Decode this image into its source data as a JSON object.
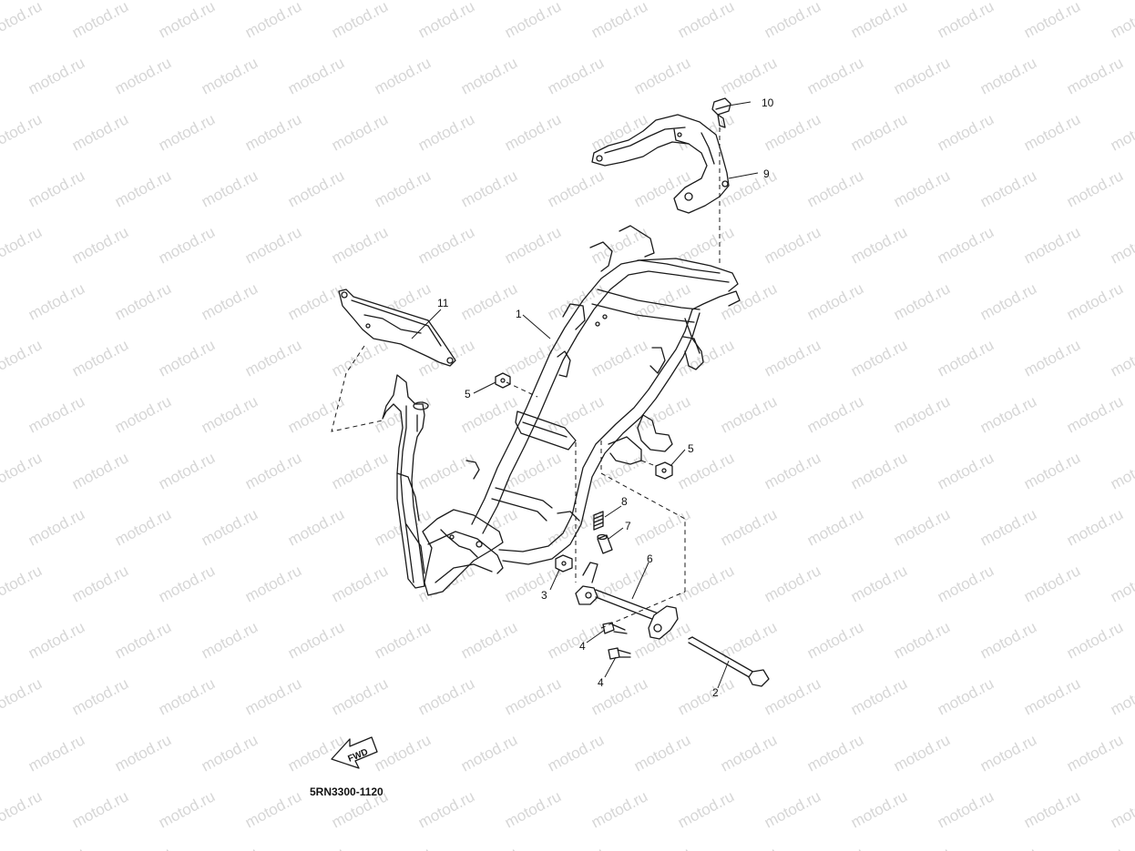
{
  "diagram": {
    "watermark_text": "motod.ru",
    "diagram_code": "5RN3300-1120",
    "fwd_label": "FWD",
    "callouts": {
      "c1": "1",
      "c2": "2",
      "c3": "3",
      "c4a": "4",
      "c4b": "4",
      "c5a": "5",
      "c5b": "5",
      "c6": "6",
      "c7": "7",
      "c8": "8",
      "c9": "9",
      "c10": "10",
      "c11": "11"
    }
  }
}
